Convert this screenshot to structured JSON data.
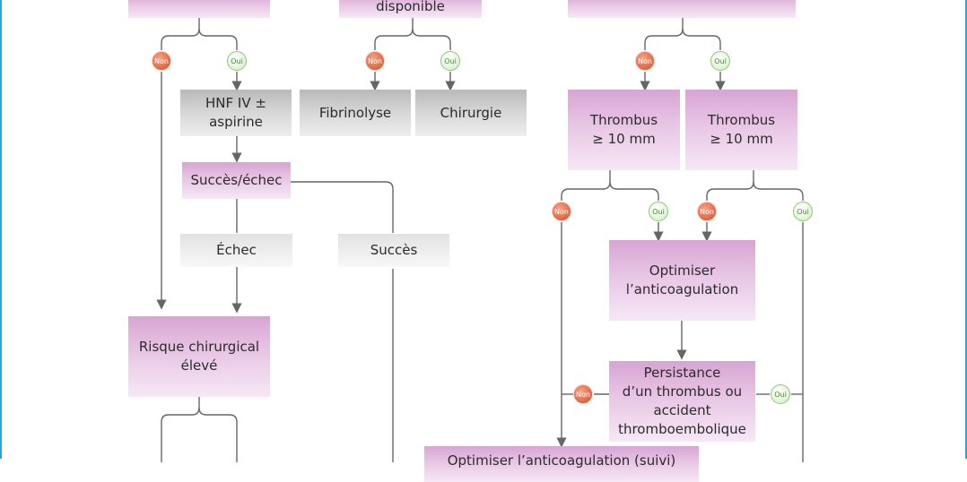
{
  "boxes": {
    "top_left": "",
    "top_center": "disponible",
    "top_right": "",
    "hnf": [
      "HNF IV ±",
      "aspirine"
    ],
    "fibrinolyse": "Fibrinolyse",
    "chirurgie": "Chirurgie",
    "thrombus_left": [
      "Thrombus",
      "≥ 10 mm"
    ],
    "thrombus_right": [
      "Thrombus",
      "≥ 10 mm"
    ],
    "succes_echec": "Succès/échec",
    "echec": "Échec",
    "succes": "Succès",
    "optimiser": [
      "Optimiser",
      "l’anticoagulation"
    ],
    "risque": [
      "Risque chirurgical",
      "élevé"
    ],
    "persistance": [
      "Persistance",
      "d’un thrombus ou",
      "accident",
      "thromboembolique"
    ],
    "optimiser_suivi": "Optimiser l’anticoagulation (suivi)"
  },
  "badges": {
    "non": "Non",
    "oui": "Oui"
  },
  "colors": {
    "frame": "#2aa6dc",
    "pink": "#e8c6e5",
    "gray": "#d7d7d7",
    "light_gray": "#eeeeee",
    "non_badge": "#e0643e",
    "oui_badge": "#c7e7bb",
    "line": "#666666"
  }
}
